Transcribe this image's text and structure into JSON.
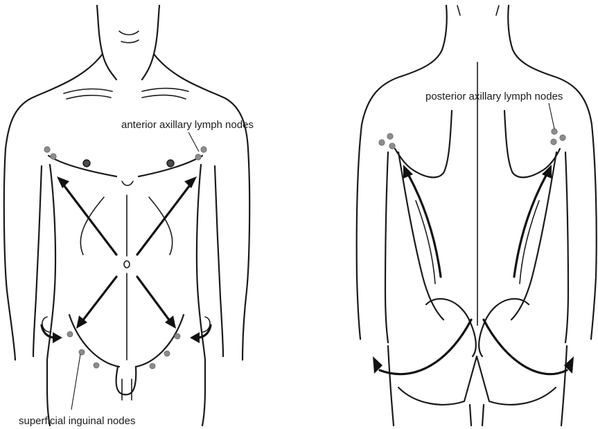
{
  "labels": {
    "anterior_axillary": "anterior axillary lymph nodes",
    "posterior_axillary": "posterior axillary lymph nodes",
    "superficial_inguinal": "superficial inguinal nodes"
  },
  "colors": {
    "line": "#1a1a1a",
    "node": "#8c8c8c",
    "background": "#ffffff"
  },
  "figures": [
    "front-view-torso",
    "back-view-torso"
  ]
}
